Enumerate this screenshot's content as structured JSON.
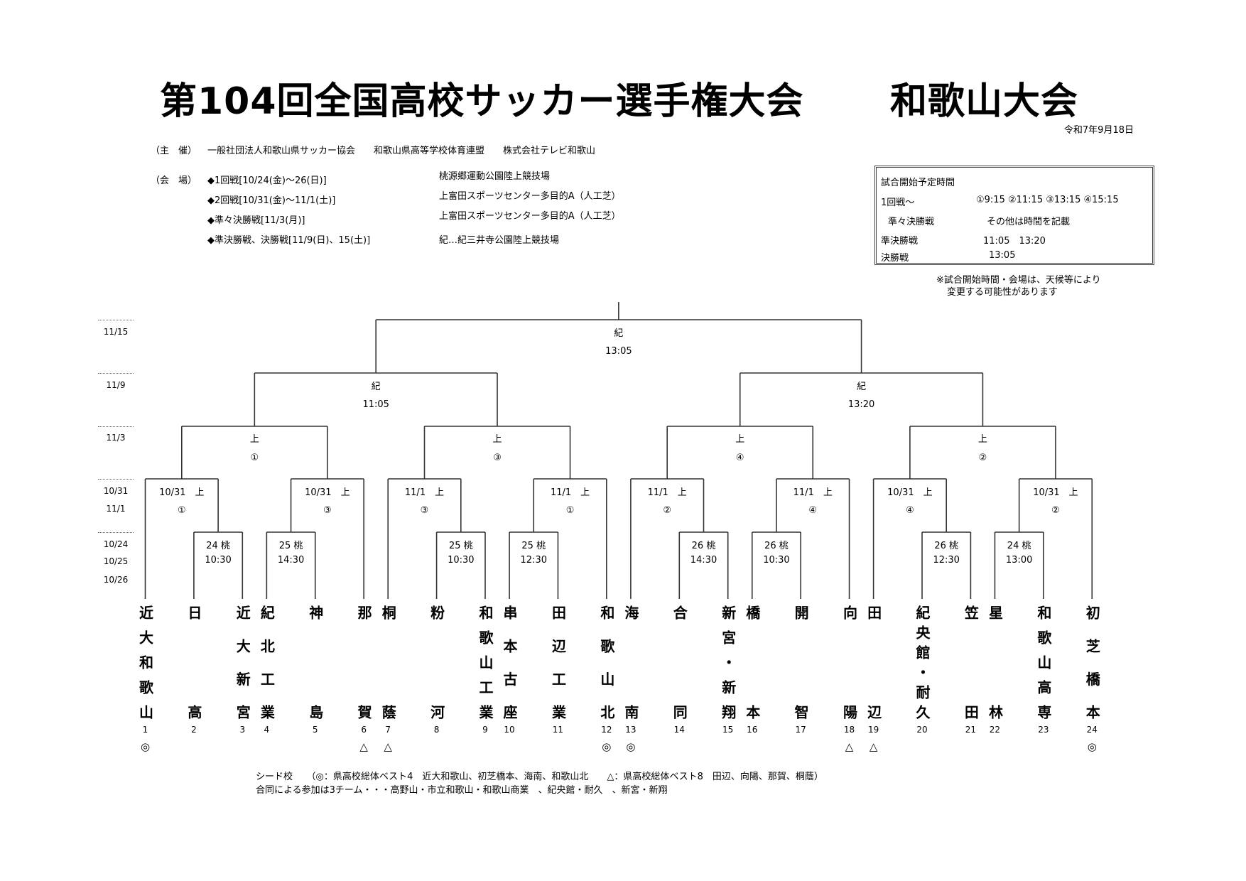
{
  "header": {
    "title": "第104回全国高校サッカー選手権大会",
    "subtitle": "和歌山大会",
    "date": "令和7年9月18日"
  },
  "organizers": {
    "label": "（主　催）",
    "text": "一般社団法人和歌山県サッカー協会　　和歌山県高等学校体育連盟　　株式会社テレビ和歌山"
  },
  "venues": {
    "label": "（会　場）",
    "rows": [
      {
        "round": "◆1回戦[10/24(金)～26(日)]",
        "venue": "桃源郷運動公園陸上競技場"
      },
      {
        "round": "◆2回戦[10/31(金)～11/1(土)]",
        "venue": "上富田スポーツセンター多目的A（人工芝）"
      },
      {
        "round": "◆準々決勝戦[11/3(月)]",
        "venue": "上富田スポーツセンター多目的A（人工芝）"
      },
      {
        "round": "◆準決勝戦、決勝戦[11/9(日)、15(土)]",
        "venue": "紀…紀三井寺公園陸上競技場"
      }
    ]
  },
  "schedule_box": {
    "title": "試合開始予定時間",
    "rows": [
      {
        "label": "1回戦～",
        "value": "①9:15 ②11:15 ③13:15 ④15:15"
      },
      {
        "label": "準々決勝戦",
        "value": "その他は時間を記載"
      },
      {
        "label": "準決勝戦",
        "value": "11:05　13:20"
      },
      {
        "label": "決勝戦",
        "value": "13:05"
      }
    ],
    "note1": "※試合開始時間・会場は、天候等により",
    "note2": "変更する可能性があります"
  },
  "date_labels": [
    "11/15",
    "11/9",
    "11/3",
    "10/31",
    "11/1",
    "10/24",
    "10/25",
    "10/26"
  ],
  "bracket": {
    "round1": [
      {
        "day": "24 桃",
        "time": "10:30"
      },
      {
        "day": "25 桃",
        "time": "14:30"
      },
      {
        "day": "25 桃",
        "time": "10:30"
      },
      {
        "day": "25 桃",
        "time": "12:30"
      },
      {
        "day": "26 桃",
        "time": "14:30"
      },
      {
        "day": "26 桃",
        "time": "10:30"
      },
      {
        "day": "26 桃",
        "time": "12:30"
      },
      {
        "day": "24 桃",
        "time": "13:00"
      }
    ],
    "round2": [
      {
        "day": "10/31　上",
        "slot": "①"
      },
      {
        "day": "10/31　上",
        "slot": "③"
      },
      {
        "day": "11/1　上",
        "slot": "③"
      },
      {
        "day": "11/1　上",
        "slot": "①"
      },
      {
        "day": "11/1　上",
        "slot": "②"
      },
      {
        "day": "11/1　上",
        "slot": "④"
      },
      {
        "day": "10/31　上",
        "slot": "④"
      },
      {
        "day": "10/31　上",
        "slot": "②"
      }
    ],
    "quarterfinals": [
      {
        "venue": "上",
        "slot": "①"
      },
      {
        "venue": "上",
        "slot": "③"
      },
      {
        "venue": "上",
        "slot": "④"
      },
      {
        "venue": "上",
        "slot": "②"
      }
    ],
    "semifinals": [
      {
        "venue": "紀",
        "time": "11:05"
      },
      {
        "venue": "紀",
        "time": "13:20"
      }
    ],
    "final": {
      "venue": "紀",
      "time": "13:05"
    }
  },
  "teams": [
    {
      "name": "近大和歌山",
      "num": "1",
      "mark": "◎"
    },
    {
      "name": "日高",
      "num": "2",
      "mark": ""
    },
    {
      "name": "近大新宮",
      "num": "3",
      "mark": ""
    },
    {
      "name": "紀北工業",
      "num": "4",
      "mark": ""
    },
    {
      "name": "神島",
      "num": "5",
      "mark": ""
    },
    {
      "name": "那賀",
      "num": "6",
      "mark": "△"
    },
    {
      "name": "桐蔭",
      "num": "7",
      "mark": "△"
    },
    {
      "name": "粉河",
      "num": "8",
      "mark": ""
    },
    {
      "name": "和歌山工業",
      "num": "9",
      "mark": ""
    },
    {
      "name": "串本古座",
      "num": "10",
      "mark": ""
    },
    {
      "name": "田辺工業",
      "num": "11",
      "mark": ""
    },
    {
      "name": "和歌山北",
      "num": "12",
      "mark": "◎"
    },
    {
      "name": "海南",
      "num": "13",
      "mark": "◎"
    },
    {
      "name": "合同",
      "num": "14",
      "mark": ""
    },
    {
      "name": "新宮・新翔",
      "num": "15",
      "mark": ""
    },
    {
      "name": "橋本",
      "num": "16",
      "mark": ""
    },
    {
      "name": "開智",
      "num": "17",
      "mark": ""
    },
    {
      "name": "向陽",
      "num": "18",
      "mark": "△"
    },
    {
      "name": "田辺",
      "num": "19",
      "mark": "△"
    },
    {
      "name": "紀央館・耐久",
      "num": "20",
      "mark": ""
    },
    {
      "name": "笠田",
      "num": "21",
      "mark": ""
    },
    {
      "name": "星林",
      "num": "22",
      "mark": ""
    },
    {
      "name": "和歌山高専",
      "num": "23",
      "mark": ""
    },
    {
      "name": "初芝橋本",
      "num": "24",
      "mark": "◎"
    }
  ],
  "footer": {
    "line1": "シード校　　（◎：県高校総体ベスト4　近大和歌山、初芝橋本、海南、和歌山北　　△：県高校総体ベスト8　田辺、向陽、那賀、桐蔭）",
    "line2": "合同による参加は3チーム・・・高野山・市立和歌山・和歌山商業　、紀央館・耐久　、新宮・新翔"
  },
  "colors": {
    "line": "#333333",
    "text": "#000000"
  }
}
